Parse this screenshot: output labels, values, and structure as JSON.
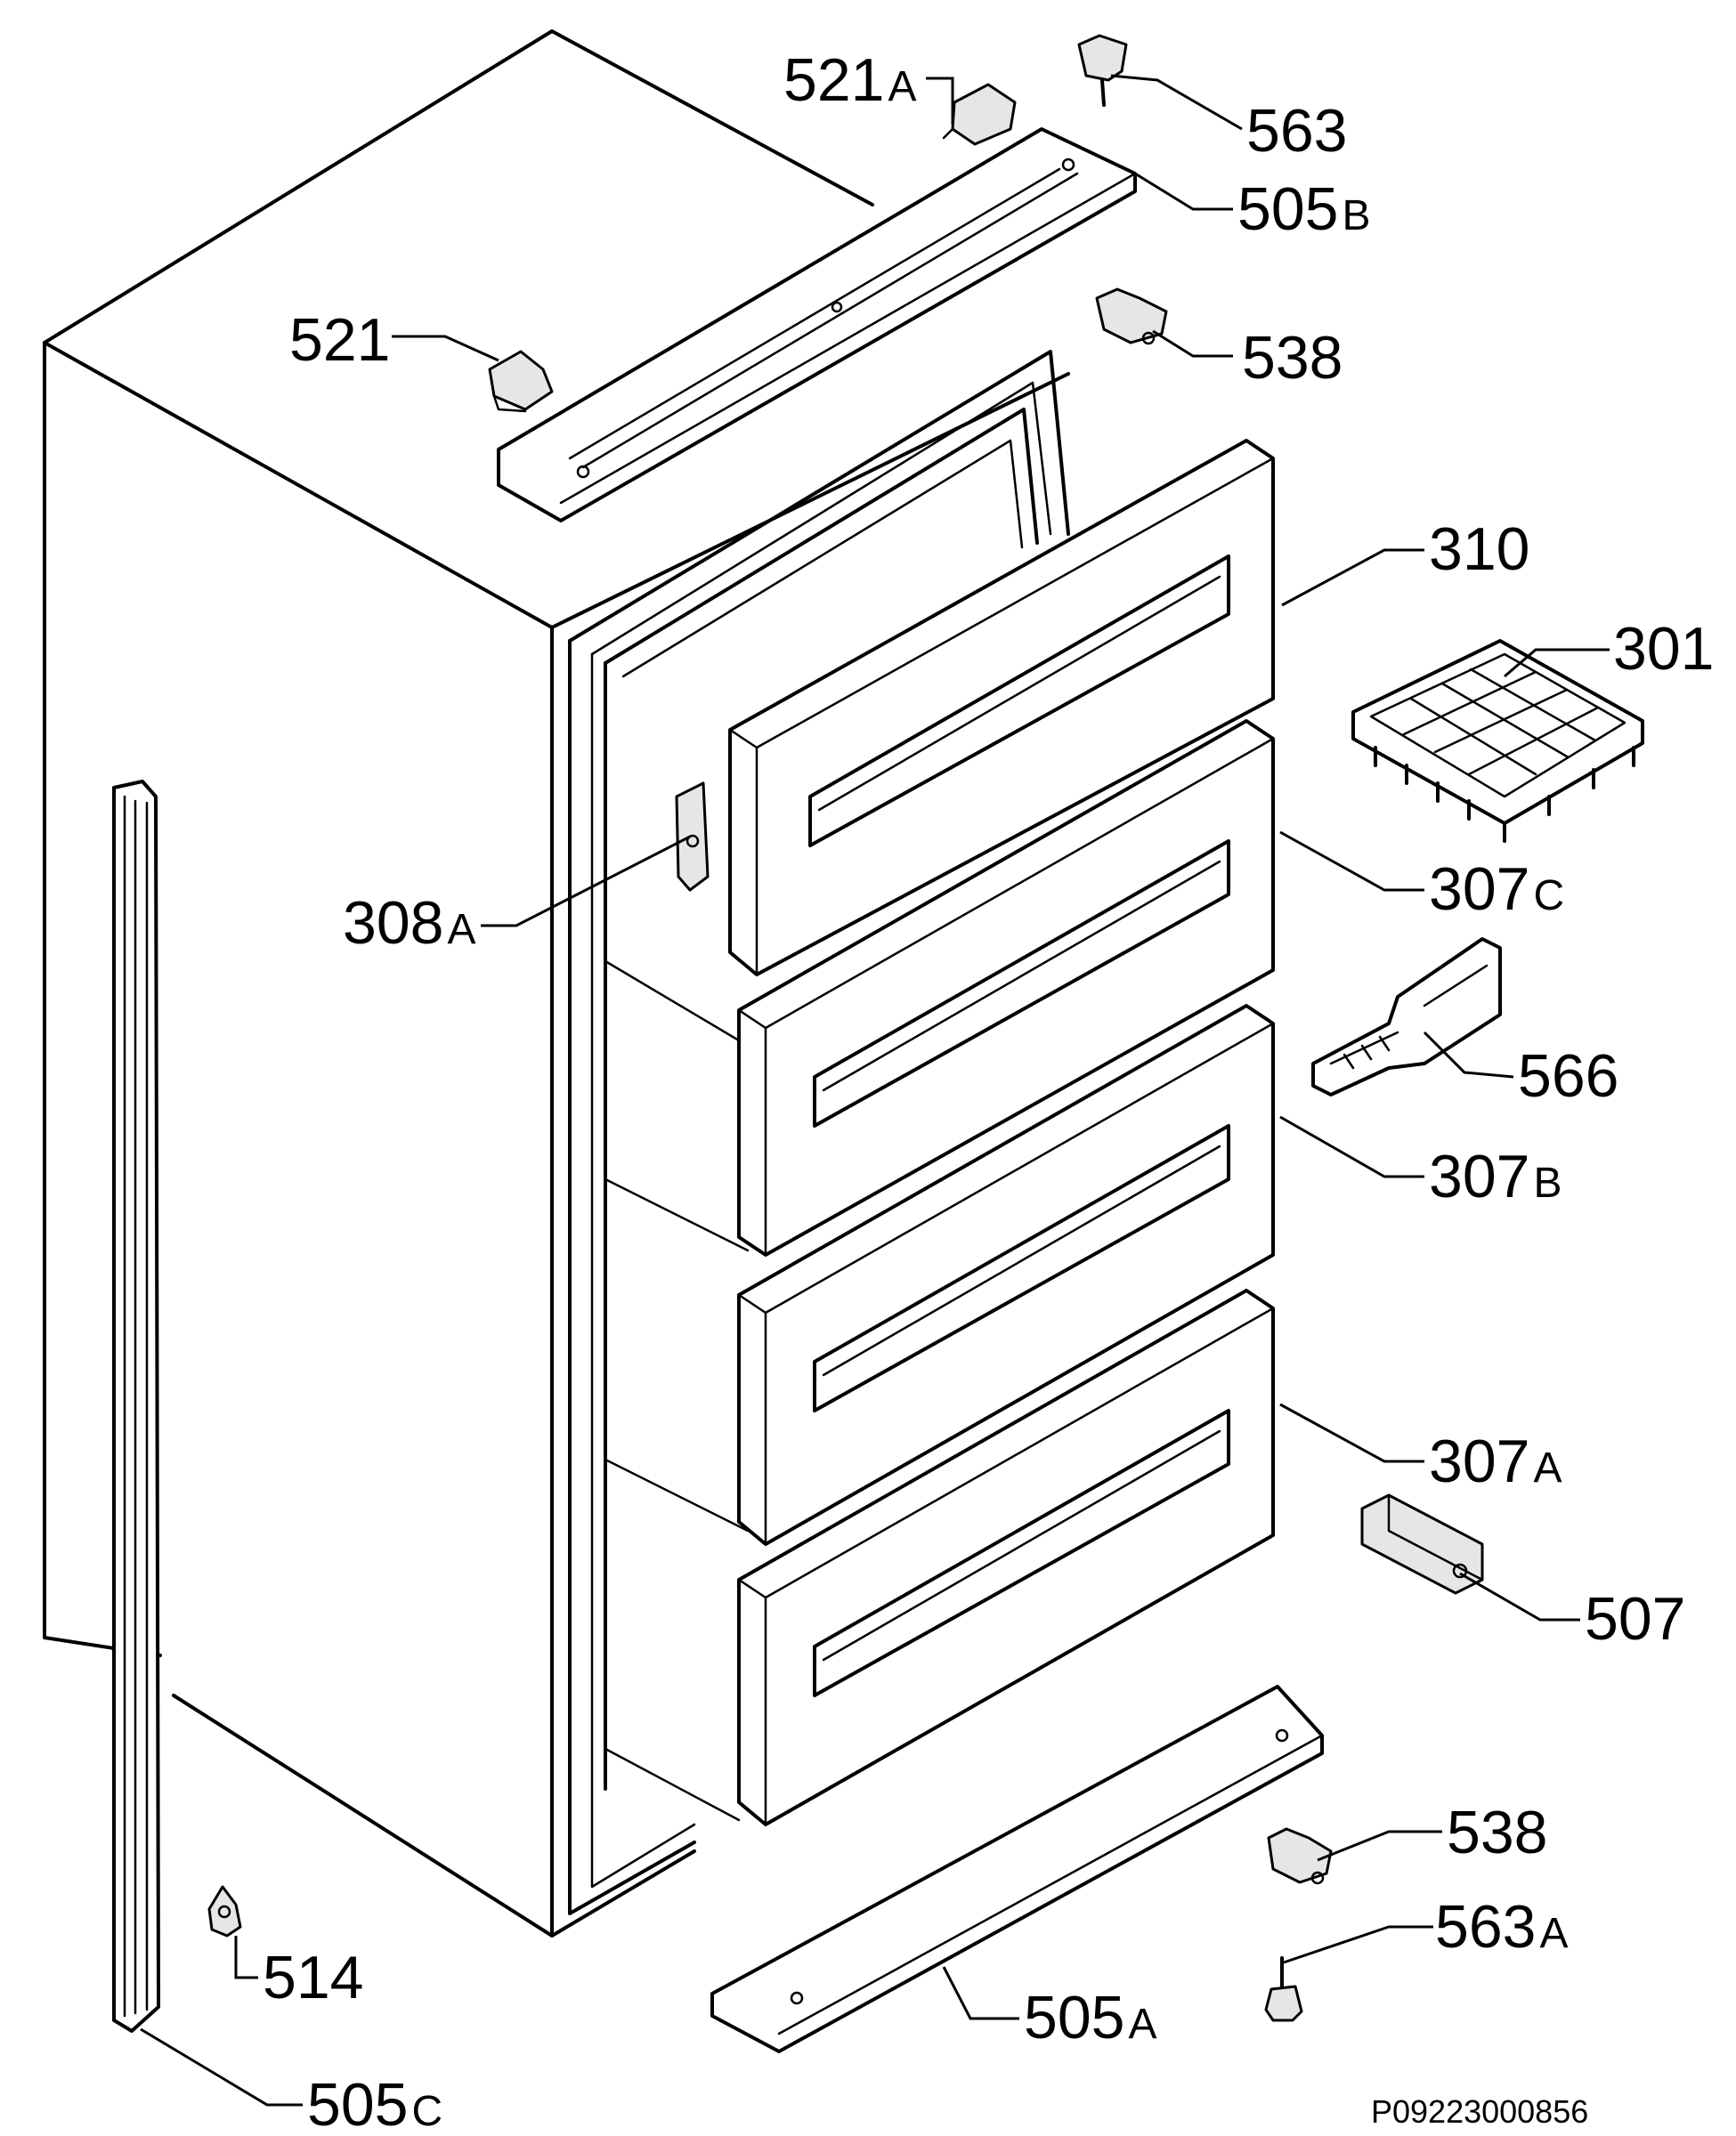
{
  "drawing_ref": "P09223000856",
  "labels": {
    "p521a": {
      "num": "521",
      "suffix": "A"
    },
    "p563": {
      "num": "563",
      "suffix": ""
    },
    "p505b": {
      "num": "505",
      "suffix": "B"
    },
    "p521": {
      "num": "521",
      "suffix": ""
    },
    "p538_top": {
      "num": "538",
      "suffix": ""
    },
    "p310": {
      "num": "310",
      "suffix": ""
    },
    "p301": {
      "num": "301",
      "suffix": ""
    },
    "p308a": {
      "num": "308",
      "suffix": "A"
    },
    "p307c": {
      "num": "307",
      "suffix": "C"
    },
    "p566": {
      "num": "566",
      "suffix": ""
    },
    "p307b": {
      "num": "307",
      "suffix": "B"
    },
    "p307a": {
      "num": "307",
      "suffix": "A"
    },
    "p507": {
      "num": "507",
      "suffix": ""
    },
    "p538_bottom": {
      "num": "538",
      "suffix": ""
    },
    "p563a": {
      "num": "563",
      "suffix": "A"
    },
    "p514": {
      "num": "514",
      "suffix": ""
    },
    "p505a": {
      "num": "505",
      "suffix": "A"
    },
    "p505c": {
      "num": "505",
      "suffix": "C"
    }
  }
}
